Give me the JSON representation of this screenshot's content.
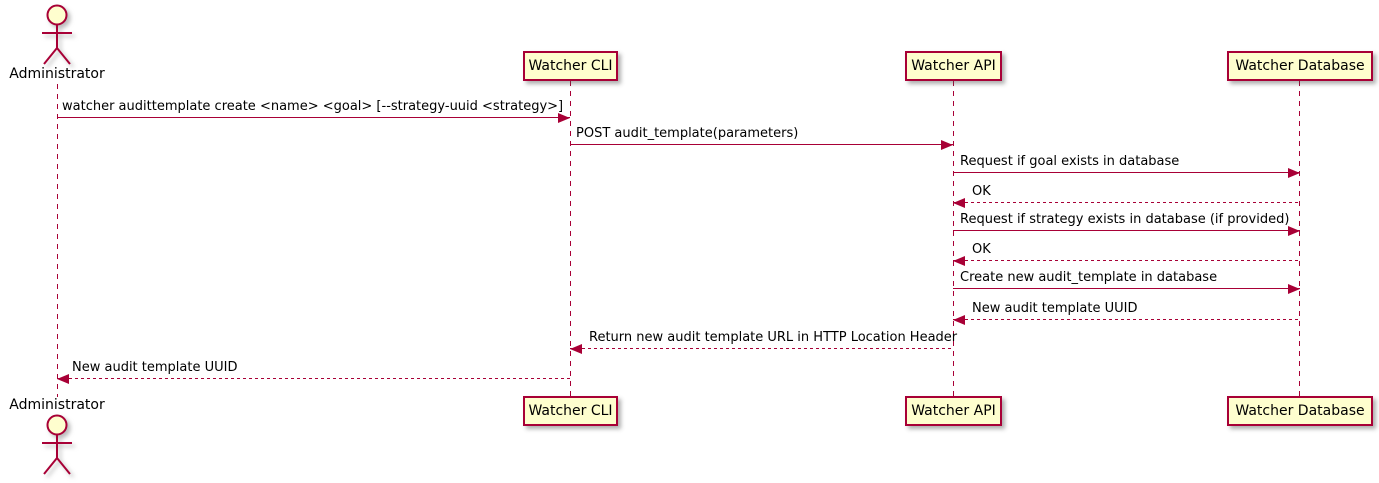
{
  "diagram": {
    "type": "sequence",
    "colors": {
      "accent": "#A80036",
      "fill": "#FEFECE",
      "text": "#000000",
      "bg": "#FFFFFF"
    },
    "actor": {
      "label": "Administrator"
    },
    "participants": [
      {
        "id": "watcher-cli",
        "label": "Watcher CLI"
      },
      {
        "id": "watcher-api",
        "label": "Watcher API"
      },
      {
        "id": "watcher-database",
        "label": "Watcher Database"
      }
    ],
    "messages": [
      {
        "from": "Administrator",
        "to": "Watcher CLI",
        "style": "solid",
        "direction": "right",
        "label": "watcher audittemplate create <name> <goal> [--strategy-uuid <strategy>]"
      },
      {
        "from": "Watcher CLI",
        "to": "Watcher API",
        "style": "solid",
        "direction": "right",
        "label": "POST audit_template(parameters)"
      },
      {
        "from": "Watcher API",
        "to": "Watcher Database",
        "style": "solid",
        "direction": "right",
        "label": "Request if goal exists in database"
      },
      {
        "from": "Watcher Database",
        "to": "Watcher API",
        "style": "dashed",
        "direction": "left",
        "label": "OK"
      },
      {
        "from": "Watcher API",
        "to": "Watcher Database",
        "style": "solid",
        "direction": "right",
        "label": "Request if strategy exists in database (if provided)"
      },
      {
        "from": "Watcher Database",
        "to": "Watcher API",
        "style": "dashed",
        "direction": "left",
        "label": "OK"
      },
      {
        "from": "Watcher API",
        "to": "Watcher Database",
        "style": "solid",
        "direction": "right",
        "label": "Create new audit_template in database"
      },
      {
        "from": "Watcher Database",
        "to": "Watcher API",
        "style": "dashed",
        "direction": "left",
        "label": "New audit template UUID"
      },
      {
        "from": "Watcher API",
        "to": "Watcher CLI",
        "style": "dashed",
        "direction": "left",
        "label": "Return new audit template URL in HTTP Location Header"
      },
      {
        "from": "Watcher CLI",
        "to": "Administrator",
        "style": "dashed",
        "direction": "left",
        "label": "New audit template UUID"
      }
    ]
  }
}
